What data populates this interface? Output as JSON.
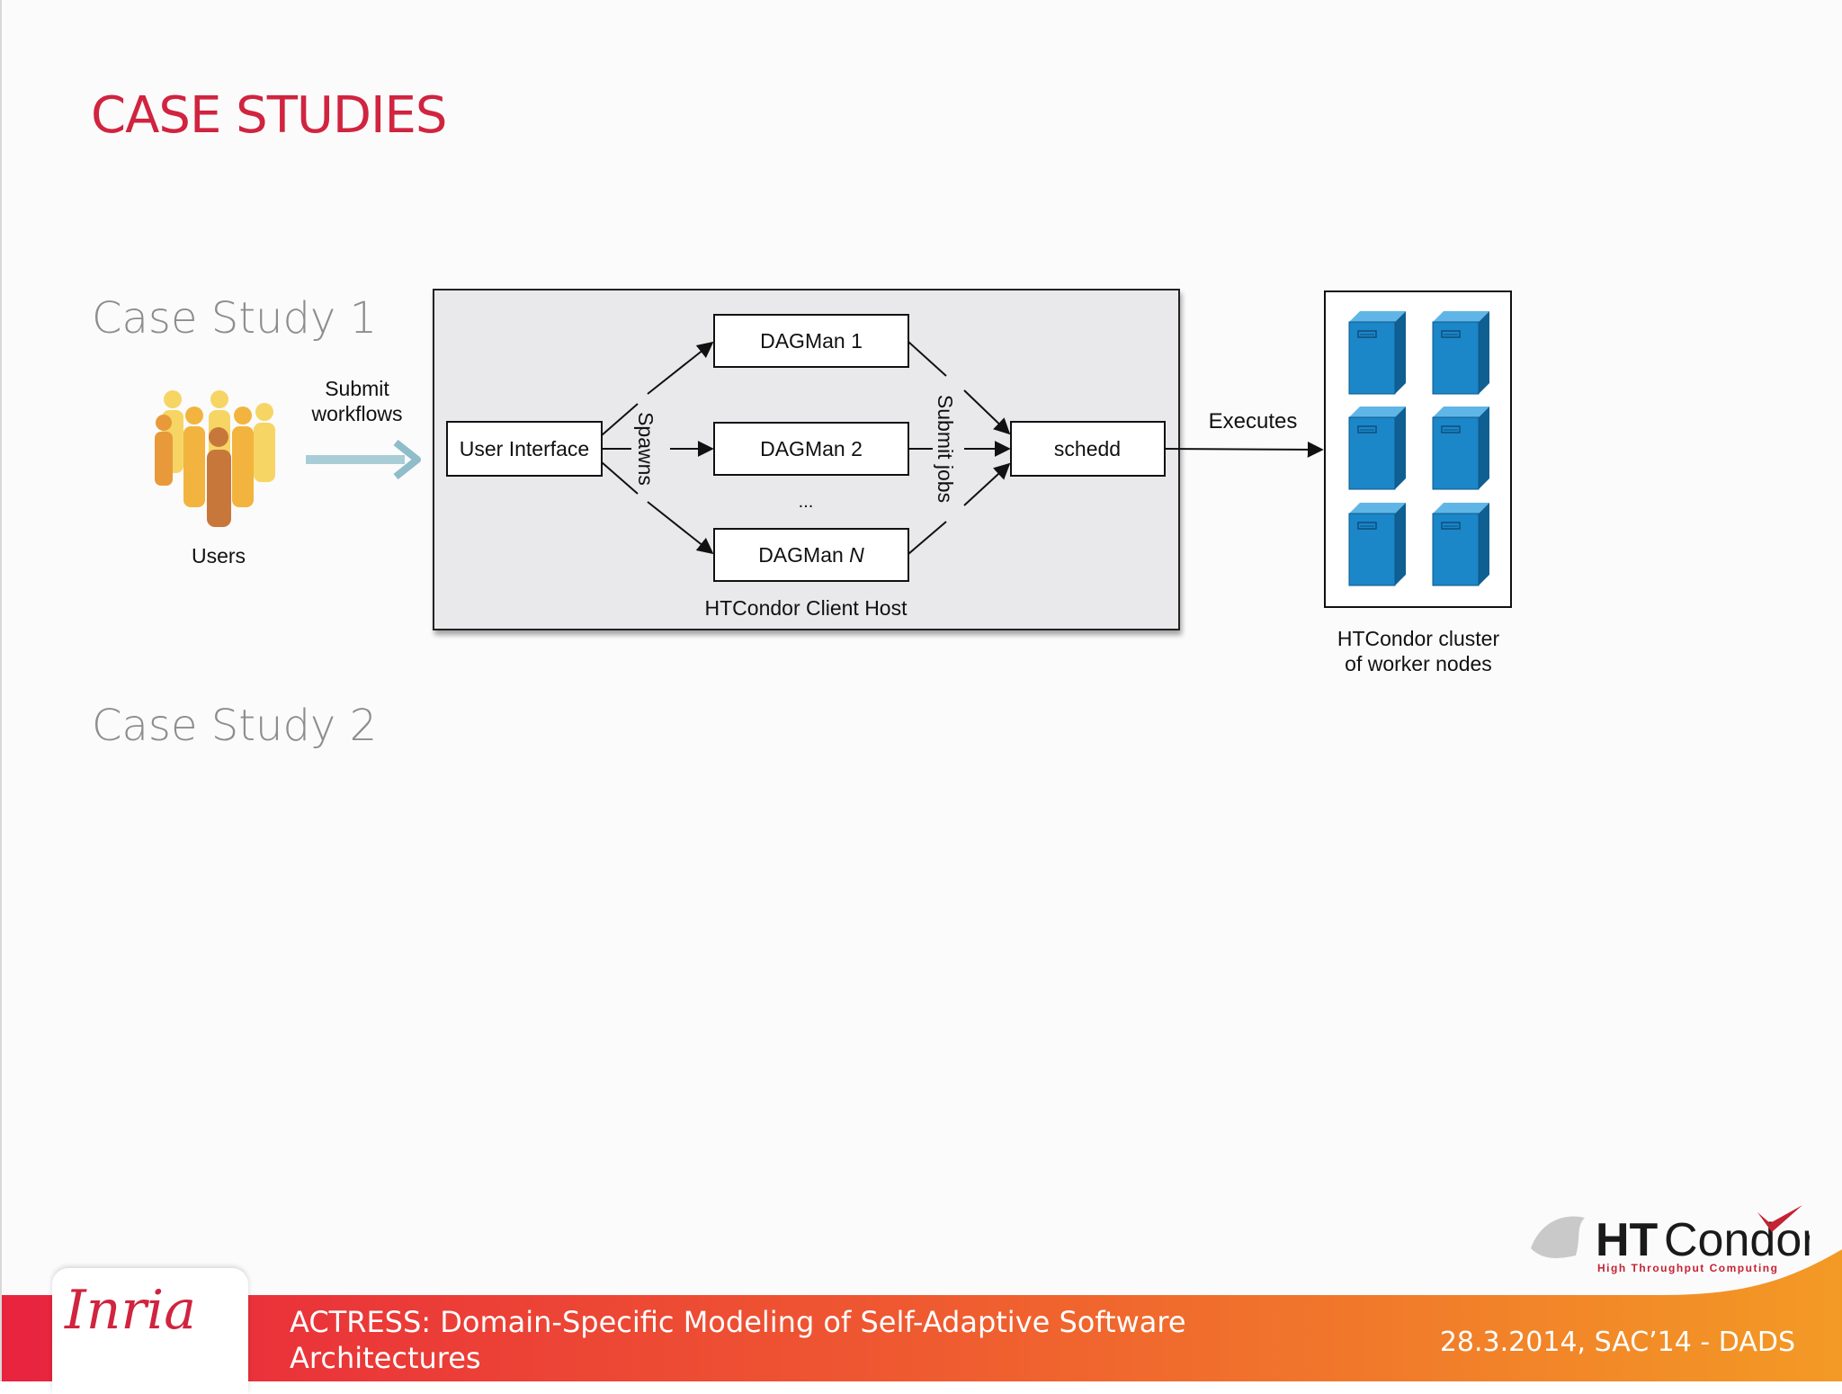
{
  "slide": {
    "title": "CASE STUDIES",
    "case_study_1": "Case Study 1",
    "case_study_2": "Case Study 2"
  },
  "diagram": {
    "users_label": "Users",
    "submit_label_line1": "Submit",
    "submit_label_line2": "workflows",
    "user_interface": "User Interface",
    "spawns": "Spawns",
    "dagman1": "DAGMan 1",
    "dagman2": "DAGMan 2",
    "dagman_n_prefix": "DAGMan ",
    "dagman_n_var": "N",
    "ellipsis": "...",
    "submit_jobs": "Submit jobs",
    "schedd": "schedd",
    "client_host": "HTCondor Client Host",
    "executes": "Executes",
    "cluster_line1": "HTCondor cluster",
    "cluster_line2": "of worker nodes"
  },
  "logo": {
    "ht": "HT",
    "condor": "Condor",
    "tagline": "High Throughput Computing"
  },
  "footer": {
    "inria": "Inria",
    "talk_title_line1": "ACTRESS: Domain-Specific Modeling of Self-Adaptive Software",
    "talk_title_line2": "Architectures",
    "date_venue": "28.3.2014, SAC’14 - DADS"
  },
  "colors": {
    "title_red": "#d0243f",
    "server_blue": "#1a86c6",
    "footer_red": "#e8233e",
    "footer_orange": "#f28a25"
  }
}
